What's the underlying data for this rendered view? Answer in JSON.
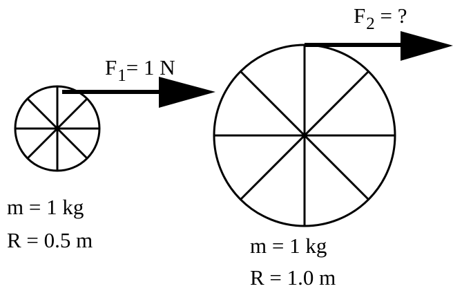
{
  "small_wheel": {
    "force": {
      "symbol": "F",
      "subscript": "1",
      "rest": "= 1 N"
    },
    "mass_label": "m = 1 kg",
    "radius_label": "R = 0.5 m"
  },
  "large_wheel": {
    "force": {
      "symbol": "F",
      "subscript": "2",
      "rest": "= ?"
    },
    "mass_label": "m = 1 kg",
    "radius_label": "R = 1.0 m"
  },
  "colors": {
    "ink": "#000000",
    "background": "#ffffff"
  }
}
